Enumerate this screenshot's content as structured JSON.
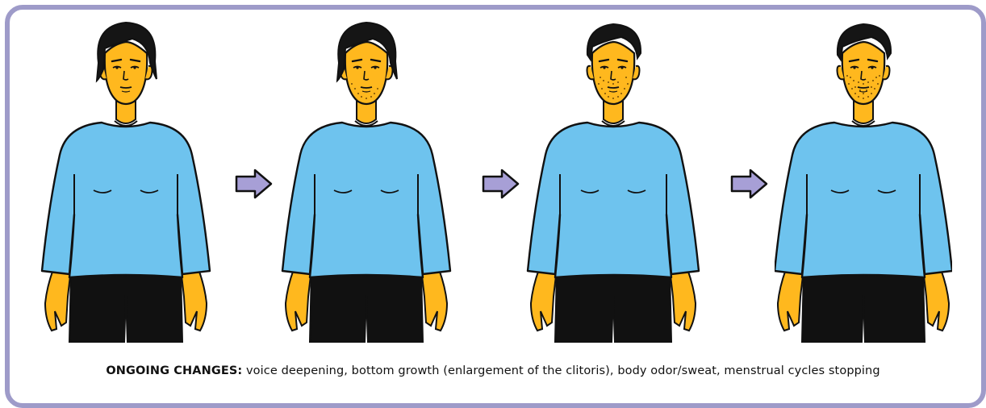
{
  "caption": {
    "lead": "ONGOING CHANGES:",
    "text": " voice deepening, bottom growth (enlargement of the clitoris), body odor/sweat, menstrual cycles stopping"
  },
  "colors": {
    "frame": "#9e9bc9",
    "shirt": "#6ec3ee",
    "skin": "#ffb81e",
    "pants": "#111111",
    "hair": "#151515",
    "arrow": "#a79fd6"
  },
  "figures": [
    {
      "stage": 1,
      "stubble": "none",
      "icon": "person-figure-icon"
    },
    {
      "stage": 2,
      "stubble": "light",
      "icon": "person-figure-icon"
    },
    {
      "stage": 3,
      "stubble": "medium",
      "icon": "person-figure-icon"
    },
    {
      "stage": 4,
      "stubble": "full",
      "icon": "person-figure-icon"
    }
  ],
  "arrows": [
    {
      "icon": "right-arrow-icon"
    },
    {
      "icon": "right-arrow-icon"
    },
    {
      "icon": "right-arrow-icon"
    }
  ]
}
